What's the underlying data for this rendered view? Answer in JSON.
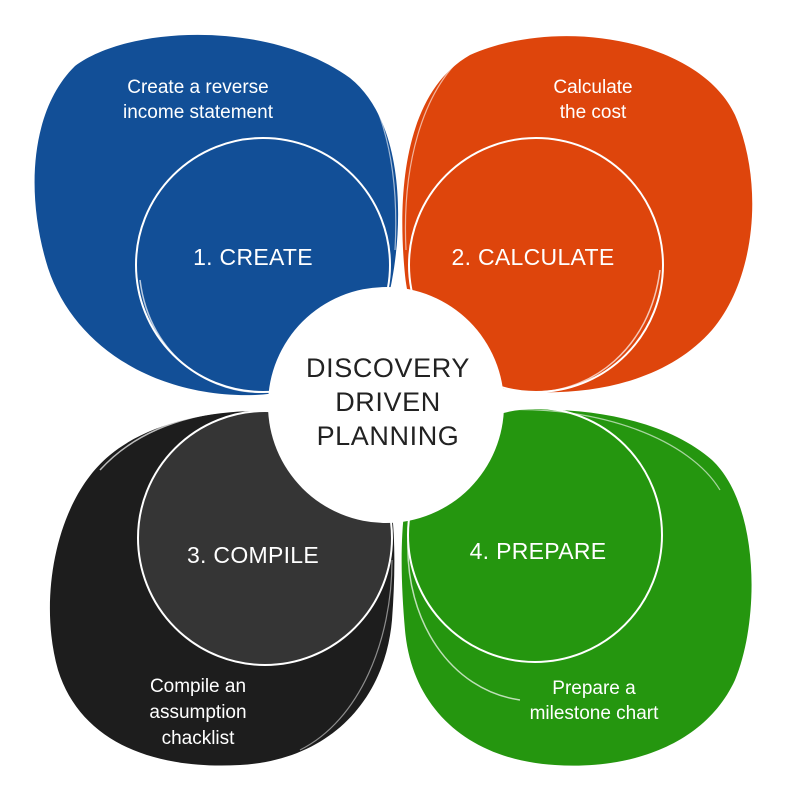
{
  "center": {
    "line1": "DISCOVERY",
    "line2": "DRIVEN",
    "line3": "PLANNING"
  },
  "petals": [
    {
      "step": "1. CREATE",
      "desc_line1": "Create a reverse",
      "desc_line2": "income statement",
      "color": "#124f97",
      "inner_color": "#124f97"
    },
    {
      "step": "2. CALCULATE",
      "desc_line1": "Calculate",
      "desc_line2": "the cost",
      "color": "#de450c",
      "inner_color": "#de450c"
    },
    {
      "step": "3. COMPILE",
      "desc_line1": "Compile an",
      "desc_line2": "assumption",
      "desc_line3": "chacklist",
      "color": "#1d1d1d",
      "inner_color": "#353535"
    },
    {
      "step": "4. PREPARE",
      "desc_line1": "Prepare a",
      "desc_line2": "milestone chart",
      "color": "#25960f",
      "inner_color": "#25960f"
    }
  ]
}
